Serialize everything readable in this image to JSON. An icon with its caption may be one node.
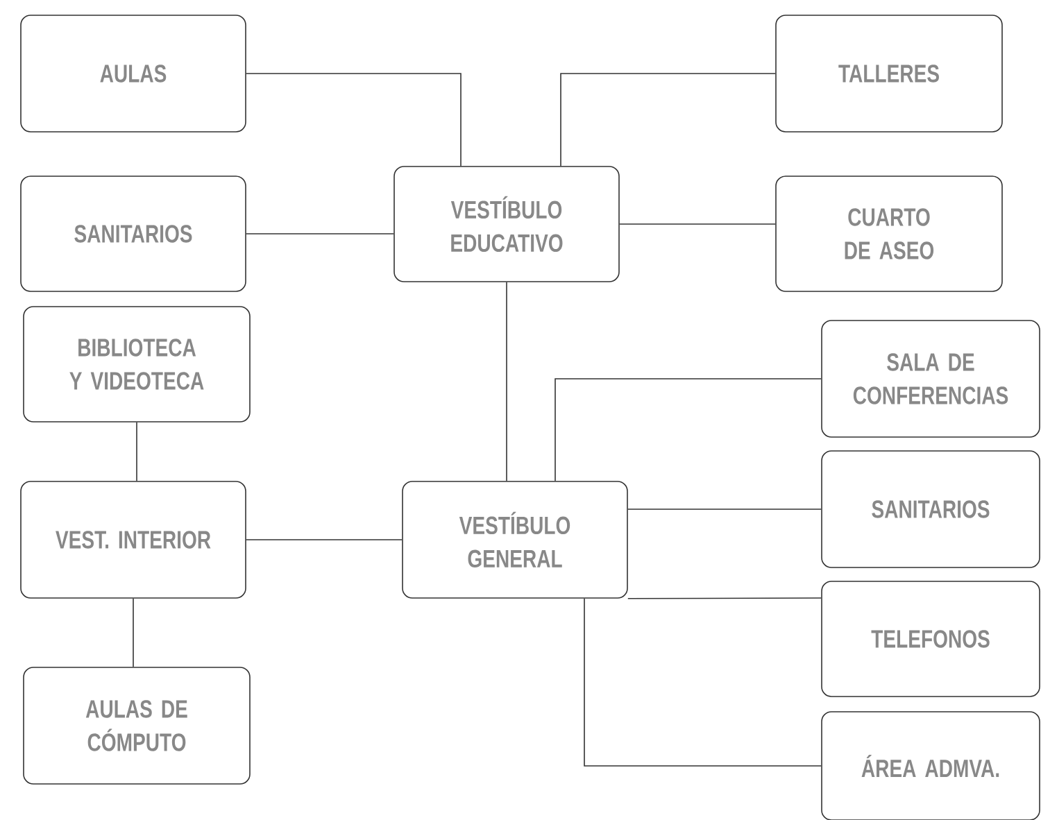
{
  "diagram": {
    "nodes": [
      {
        "text": [
          "AULAS"
        ]
      },
      {
        "text": [
          "SANITARIOS"
        ]
      },
      {
        "text": [
          "VESTÍBULO EDUCATIVO"
        ]
      },
      {
        "text": [
          "TALLERES"
        ]
      },
      {
        "text": [
          "CUARTO DE ASEO"
        ]
      },
      {
        "text": [
          "BIBLIOTECA Y VIDEOTECA"
        ]
      },
      {
        "text": [
          "VEST. INTERIOR"
        ]
      },
      {
        "text": [
          "VESTÍBULO GENERAL"
        ]
      },
      {
        "text": [
          "SALA DE CONFERENCIAS"
        ]
      },
      {
        "text": [
          "SANITARIOS"
        ]
      },
      {
        "text": [
          "TELEFONOS"
        ]
      },
      {
        "text": [
          "ÁREA ADMVA."
        ]
      },
      {
        "text": [
          "AULAS DE CÓMPUTO"
        ]
      }
    ],
    "edges": [
      {
        "from": 0,
        "to": 2,
        "arrow": "none"
      },
      {
        "from": 1,
        "to": 2,
        "arrow": "none"
      },
      {
        "from": 2,
        "to": 7,
        "arrow": "none"
      },
      {
        "from": 2,
        "to": 3,
        "arrow": "none"
      },
      {
        "from": 2,
        "to": 4,
        "arrow": "none"
      },
      {
        "from": 5,
        "to": 6,
        "arrow": "none"
      },
      {
        "from": 6,
        "to": 7,
        "arrow": "none"
      },
      {
        "from": 7,
        "to": 8,
        "arrow": "none"
      },
      {
        "from": 7,
        "to": 9,
        "arrow": "none"
      },
      {
        "from": 7,
        "to": 10,
        "arrow": "none"
      },
      {
        "from": 7,
        "to": 11,
        "arrow": "none"
      },
      {
        "from": 6,
        "to": 12,
        "arrow": "none"
      }
    ]
  }
}
